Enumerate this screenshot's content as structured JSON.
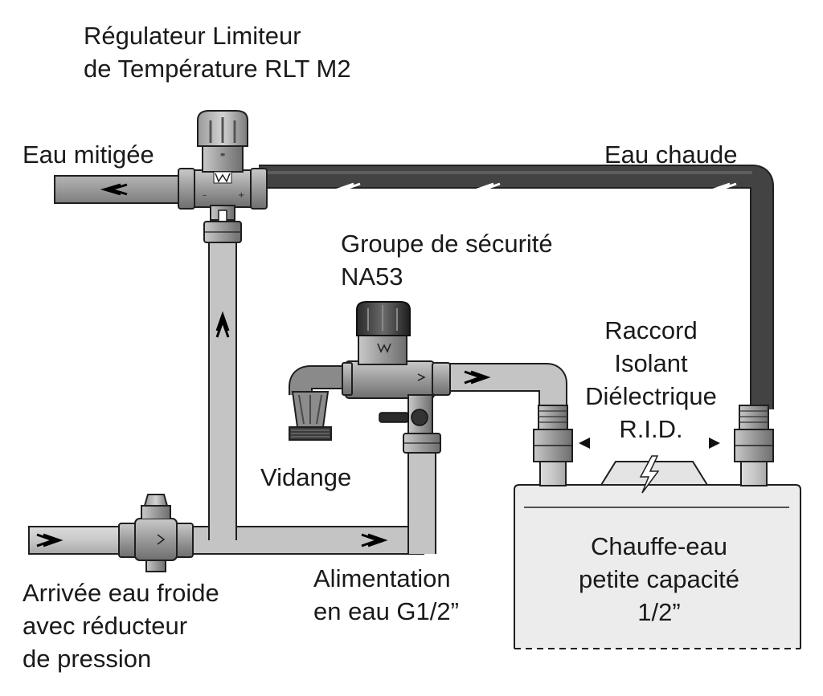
{
  "labels": {
    "rlt": [
      "Régulateur Limiteur",
      "de Température RLT M2"
    ],
    "eau_mitigee": "Eau mitigée",
    "eau_chaude": "Eau chaude",
    "groupe": [
      "Groupe de sécurité",
      "NA53"
    ],
    "raccord": [
      "Raccord",
      "Isolant",
      "Diélectrique",
      "R.I.D."
    ],
    "vidange": "Vidange",
    "chauffe_eau": [
      "Chauffe-eau",
      "petite capacité",
      "1/2”"
    ],
    "arrivee": [
      "Arrivée eau froide",
      "avec réducteur",
      "de pression"
    ],
    "alimentation": [
      "Alimentation",
      "en eau G1/2”"
    ]
  },
  "colors": {
    "hot_pipe": "#3f3f3f",
    "mixed_pipe": "#9a9a9a",
    "cold_pipe": "#c7c7c7",
    "fitting": "#8e8e8e",
    "fitting_dark": "#4a4a4a",
    "heater": "#ececec",
    "outline": "#1f1f1f"
  }
}
